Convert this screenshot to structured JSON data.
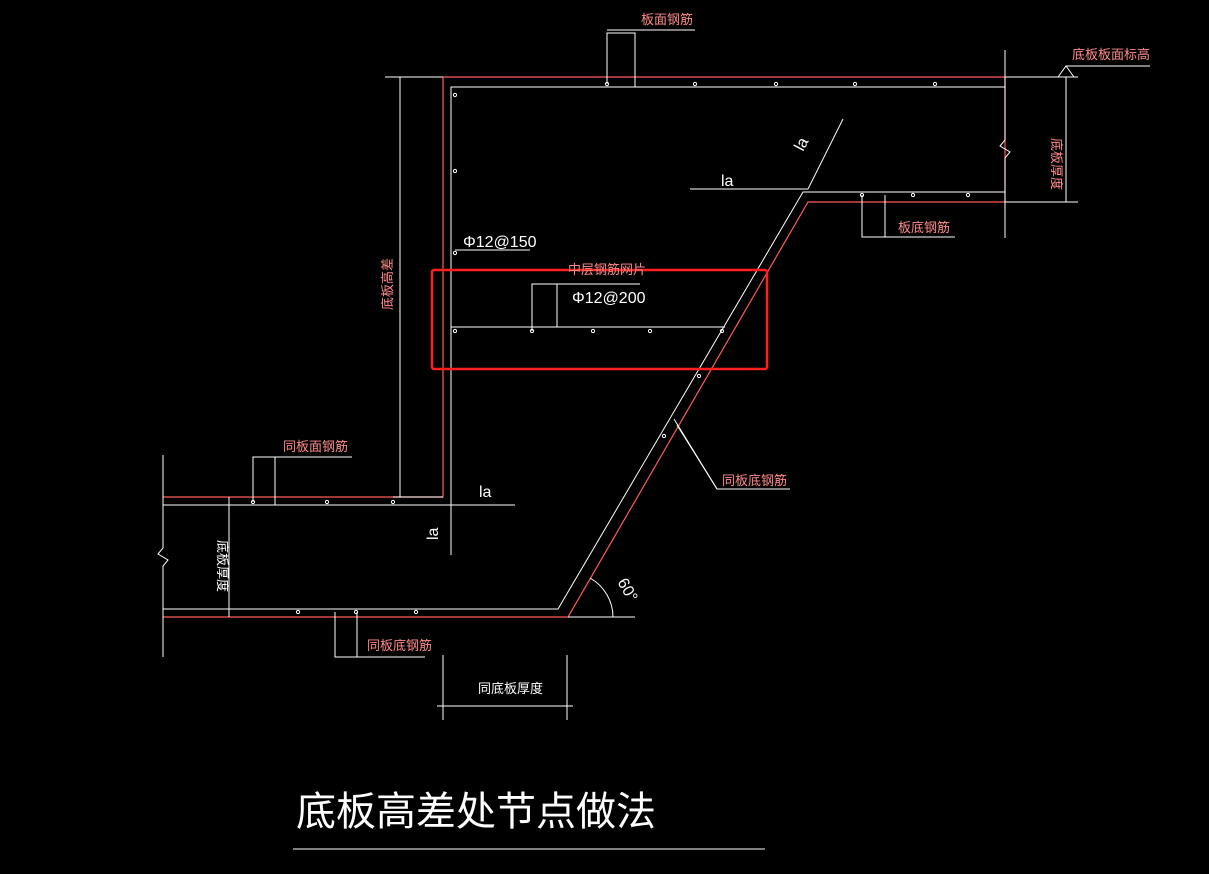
{
  "drawing": {
    "title": "底板高差处节点做法",
    "colors": {
      "background": "#000000",
      "outline": "#ff5a5a",
      "rebar": "#ffffff",
      "dim": "#ffffff",
      "text": "#ff8a8a",
      "title": "#ffffff",
      "highlight": "#ff1f1f"
    },
    "labels": {
      "top_surface_rebar": "板面钢筋",
      "slab_top_elevation": "底板板面标高",
      "slab_thickness_right": "底板厚度",
      "slab_bottom_rebar": "板底钢筋",
      "height_difference": "底板高差",
      "stirrup_spec": "Φ12@150",
      "middle_mesh": "中层钢筋网片",
      "middle_mesh_spec": "Φ12@200",
      "same_top_rebar": "同板面钢筋",
      "same_bottom_rebar_slope": "同板底钢筋",
      "slab_thickness_left": "底板厚度",
      "same_bottom_rebar": "同板底钢筋",
      "same_slab_thickness": "同底板厚度",
      "anchor_la_upper": "la",
      "anchor_la_diag": "la",
      "anchor_la_lower": "la",
      "anchor_la_vertical": "la",
      "angle": "60°"
    }
  }
}
